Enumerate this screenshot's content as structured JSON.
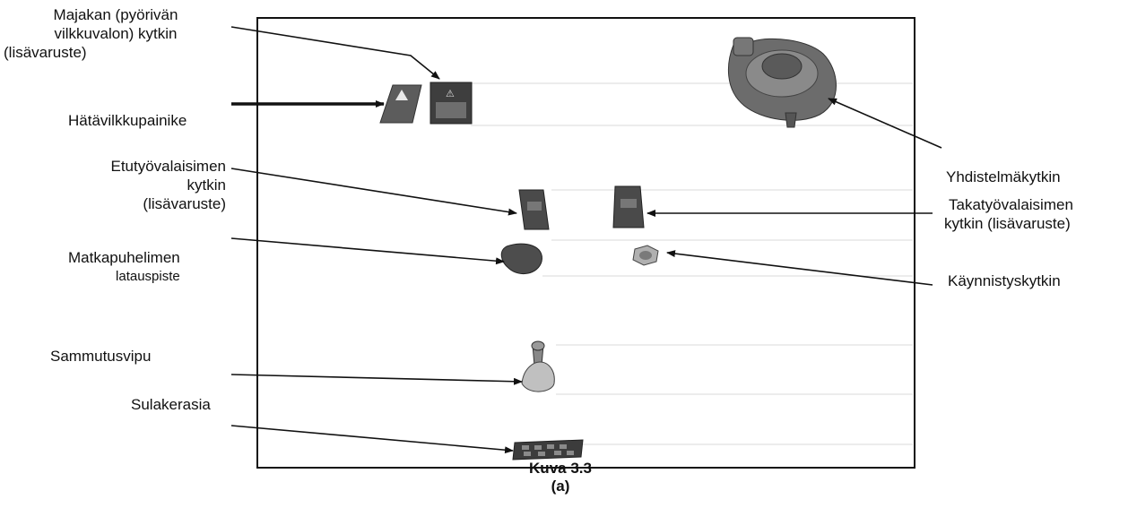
{
  "labels": {
    "beacon_switch": [
      "Majakan (pyörivän",
      "vilkkuvalon) kytkin",
      "(lisävaruste)"
    ],
    "hazard_button": "Hätävilkkupainike",
    "front_work_light": [
      "Etutyövalaisimen",
      "kytkin",
      "(lisävaruste)"
    ],
    "phone_charging": [
      "Matkapuhelimen",
      "latauspiste"
    ],
    "shutoff_lever": "Sammutusvipu",
    "fuse_box": "Sulakerasia",
    "combination_switch": "Yhdistelmäkytkin",
    "rear_work_light": [
      "Takatyövalaisimen",
      "kytkin (lisävaruste)"
    ],
    "ignition_switch": "Käynnistyskytkin"
  },
  "caption": {
    "line1": "Kuva 3.3",
    "line2": "(a)"
  },
  "colors": {
    "stroke": "#111111",
    "component_dark": "#4a4a4a",
    "component_mid": "#7a7a7a",
    "component_light": "#b5b5b5"
  }
}
